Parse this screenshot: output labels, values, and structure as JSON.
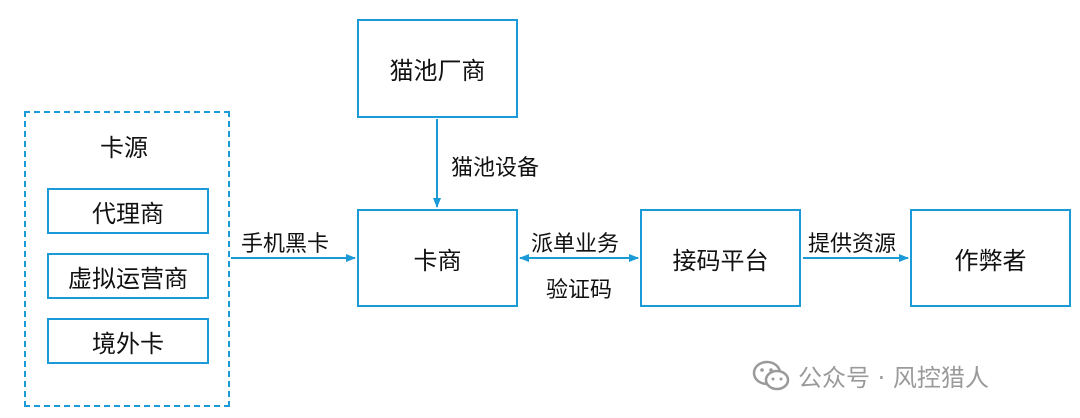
{
  "sources": {
    "title": "卡源",
    "items": [
      "代理商",
      "虚拟运营商",
      "境外卡"
    ]
  },
  "nodes": {
    "factory": "猫池厂商",
    "card_dealer": "卡商",
    "platform": "接码平台",
    "fraudster": "作弊者"
  },
  "edges": {
    "device": "猫池设备",
    "black_card": "手机黑卡",
    "dispatch": "派单业务",
    "verify_code": "验证码",
    "provide": "提供资源"
  },
  "watermark": {
    "text": "公众号 · 风控猎人",
    "icon": "wechat-icon"
  },
  "colors": {
    "accent": "#1a9ad6"
  }
}
